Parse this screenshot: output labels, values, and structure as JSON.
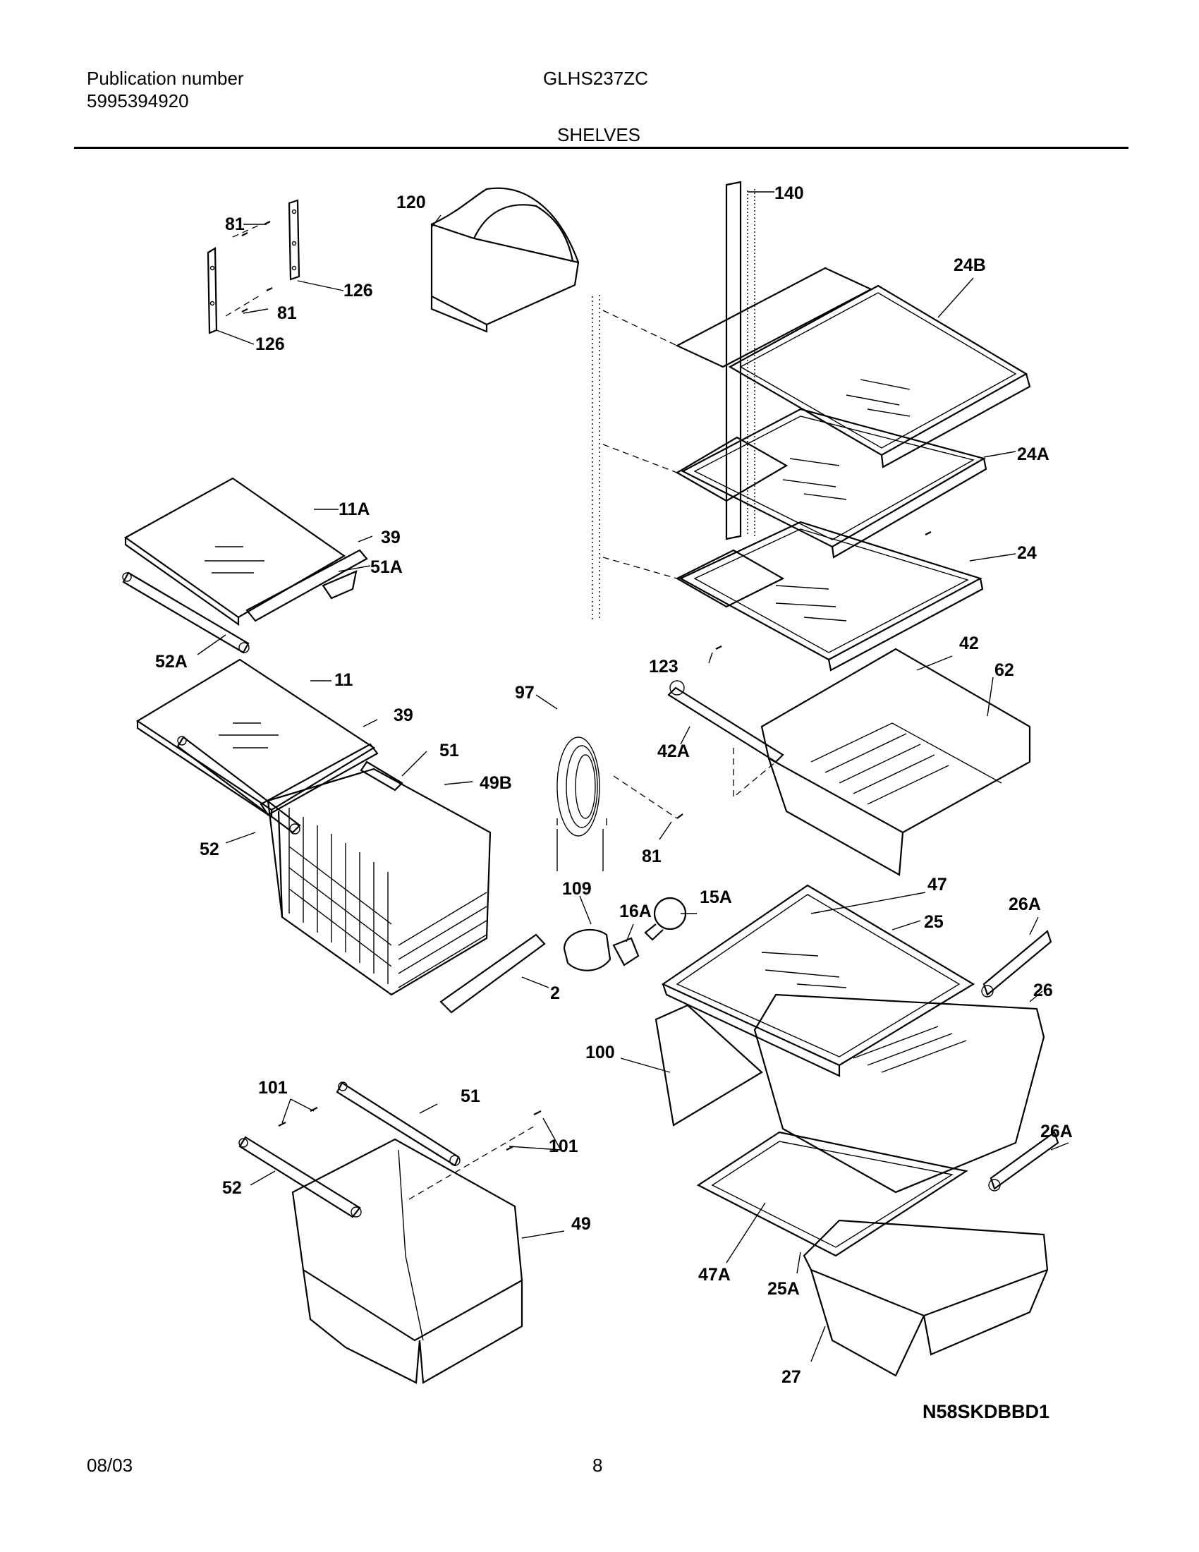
{
  "header": {
    "publication_label": "Publication number",
    "publication_number": "5995394920",
    "model": "GLHS237ZC",
    "section_title": "SHELVES"
  },
  "footer": {
    "date": "08/03",
    "page_number": "8"
  },
  "diagram": {
    "drawing_code": "N58SKDBBD1",
    "callouts": {
      "c81a": "81",
      "c81b": "81",
      "c126a": "126",
      "c126b": "126",
      "c120": "120",
      "c140": "140",
      "c24b": "24B",
      "c24a": "24A",
      "c24": "24",
      "c123": "123",
      "c11a": "11A",
      "c39a": "39",
      "c51a": "51A",
      "c52a": "52A",
      "c11": "11",
      "c39b": "39",
      "c51": "51",
      "c49b": "49B",
      "c52": "52",
      "c97": "97",
      "c81c": "81",
      "c42": "42",
      "c62": "62",
      "c42a": "42A",
      "c109": "109",
      "c16a": "16A",
      "c15a": "15A",
      "c2": "2",
      "c47": "47",
      "c25": "25",
      "c26a": "26A",
      "c26": "26",
      "c100": "100",
      "c26a2": "26A",
      "c47a": "47A",
      "c25a": "25A",
      "c27": "27",
      "c101a": "101",
      "c51b": "51",
      "c101b": "101",
      "c52b": "52",
      "c49": "49"
    }
  }
}
